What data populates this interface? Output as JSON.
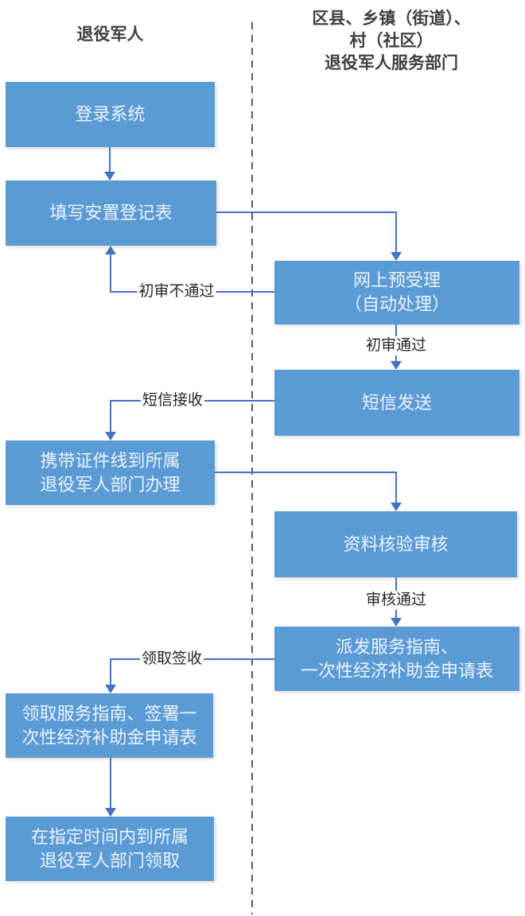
{
  "diagram": {
    "type": "flowchart",
    "colors": {
      "node_fill": "#5B9BD5",
      "node_text": "#EDF4FB",
      "connector": "#4472C4",
      "edge_label_text": "#262626",
      "lane_header_text": "#3F3F3F",
      "divider": "#595959",
      "background": "#FFFFFF"
    }
  },
  "lanes": {
    "left": {
      "title": "退役军人"
    },
    "right": {
      "title": "区县、乡镇（街道）、\n村（社区）\n退役军人服务部门"
    }
  },
  "nodes": {
    "login": {
      "label": "登录系统"
    },
    "fill_form": {
      "label": "填写安置登记表"
    },
    "pre_acceptance": {
      "label": "网上预受理\n（自动处理）"
    },
    "sms_send": {
      "label": "短信发送"
    },
    "visit_office": {
      "label": "携带证件线到所属\n退役军人部门办理"
    },
    "verify": {
      "label": "资料核验审核"
    },
    "distribute": {
      "label": "派发服务指南、\n一次性经济补助金申请表"
    },
    "receive_sign": {
      "label": "领取服务指南、签署一\n次性经济补助金申请表"
    },
    "collect": {
      "label": "在指定时间内到所属\n退役军人部门领取"
    }
  },
  "edge_labels": {
    "review_fail": "初审不通过",
    "review_pass": "初审通过",
    "sms_receive": "短信接收",
    "audit_pass": "审核通过",
    "pickup_sign": "领取签收"
  }
}
